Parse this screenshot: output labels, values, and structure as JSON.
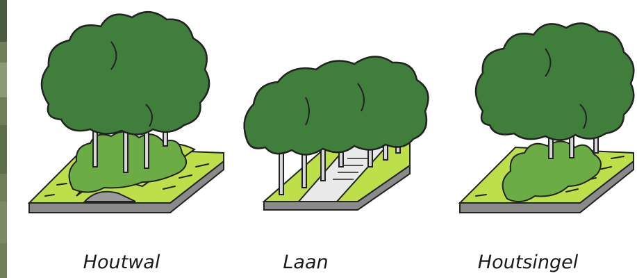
{
  "captions": {
    "houtwal": "Houtwal",
    "laan": "Laan",
    "houtsingel": "Houtsingel"
  },
  "colors": {
    "canopy": "#3f7e3b",
    "canopy_shadow": "#2c5d2a",
    "shrub": "#6bac45",
    "grass": "#bde04a",
    "pavement": "#bdbdbd",
    "pavement_side": "#8a8a8a",
    "path": "#e9e9e9",
    "trunk": "#d8d8d8"
  },
  "icons": {
    "houtwal": "tree-bank-illustration",
    "laan": "avenue-illustration",
    "houtsingel": "tree-row-illustration"
  }
}
